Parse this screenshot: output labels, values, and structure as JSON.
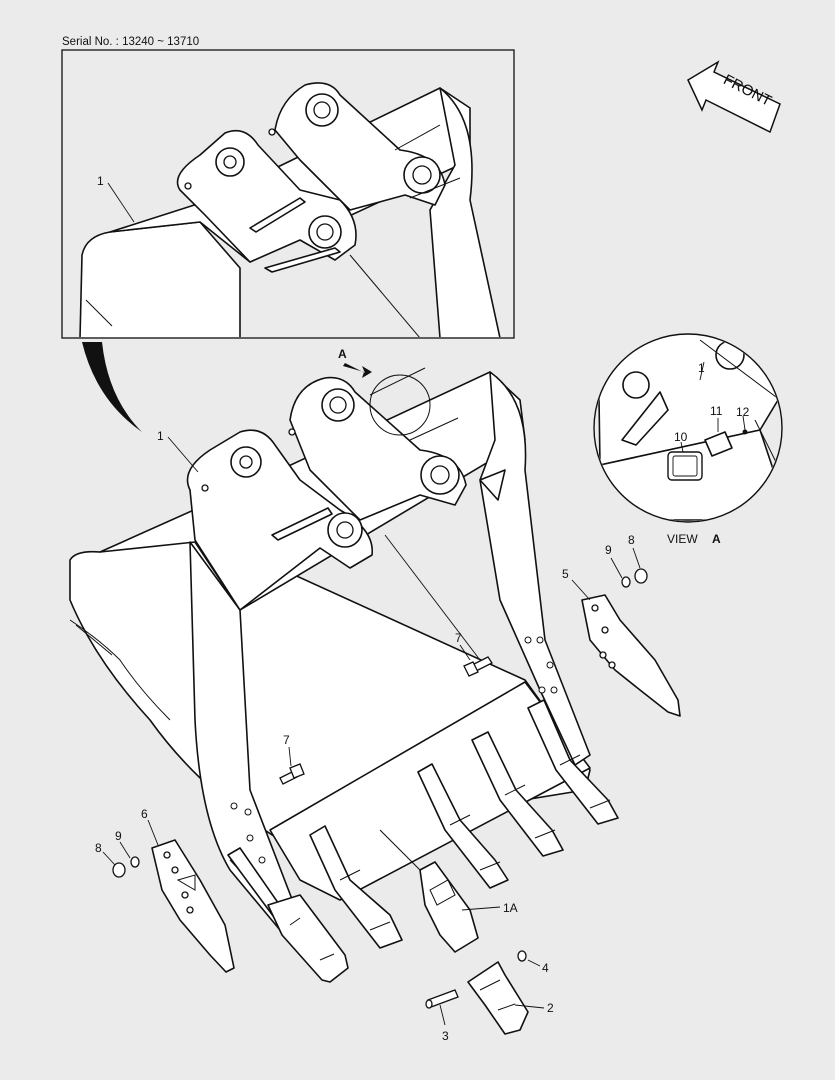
{
  "serial_label": "Serial No. : 13240 ~ 13710",
  "front_label": "FRONT",
  "view_label": "VIEW",
  "view_letter": "A",
  "arrow_letter": "A",
  "callouts": {
    "inset_1": "1",
    "main_1": "1",
    "view_1": "1",
    "view_10": "10",
    "view_11": "11",
    "view_12": "12",
    "r_9": "9",
    "r_8": "8",
    "r_5": "5",
    "r_7": "7",
    "l_7": "7",
    "l_6": "6",
    "l_8": "8",
    "l_9": "9",
    "t_1A": "1A",
    "t_4": "4",
    "t_2": "2",
    "t_3": "3"
  }
}
